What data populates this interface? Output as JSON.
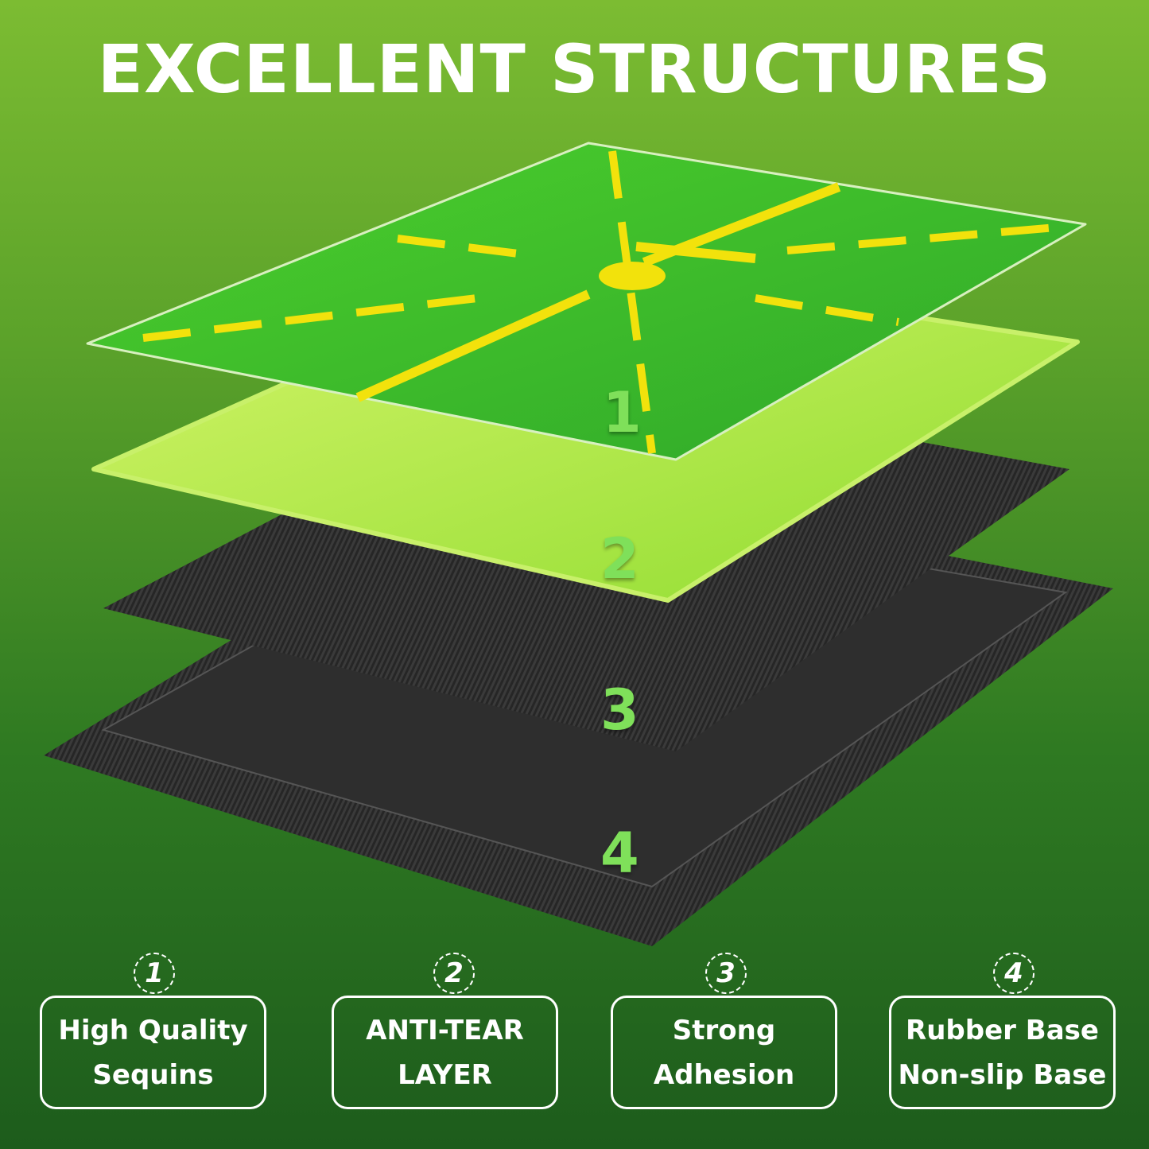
{
  "title": "EXCELLENT STRUCTURES",
  "layer_labels": [
    "1",
    "2",
    "3",
    "4"
  ],
  "features": [
    {
      "number": "1",
      "line1": "High Quality",
      "line2": "Sequins"
    },
    {
      "number": "2",
      "line1": "ANTI-TEAR",
      "line2": "LAYER"
    },
    {
      "number": "3",
      "line1": "Strong",
      "line2": "Adhesion"
    },
    {
      "number": "4",
      "line1": "Rubber Base",
      "line2": "Non-slip Base"
    }
  ],
  "colors": {
    "turf": "#3fc02a",
    "underlay": "#b6ec3a",
    "mesh": "#2a2a2a",
    "base": "#3a3a3a",
    "lines": "#f2e20c",
    "label": "#7fe05a"
  }
}
